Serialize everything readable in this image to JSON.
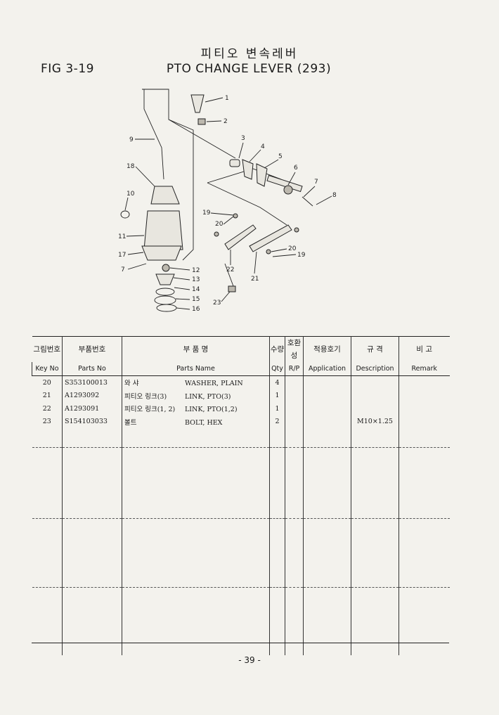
{
  "header": {
    "fig": "FIG 3-19",
    "title_ko": "피티오 변속레버",
    "title_en": "PTO CHANGE LEVER (293)"
  },
  "diagram": {
    "callouts": [
      "1",
      "2",
      "3",
      "4",
      "5",
      "6",
      "7",
      "8",
      "9",
      "18",
      "10",
      "11",
      "17",
      "7",
      "12",
      "13",
      "14",
      "15",
      "16",
      "19",
      "20",
      "22",
      "21",
      "20",
      "19",
      "23"
    ]
  },
  "table": {
    "headers_ko": [
      "그림번호",
      "부품번호",
      "부 품 명",
      "수량",
      "호환성",
      "적용호기",
      "규 격",
      "비 고"
    ],
    "headers_en": [
      "Key No",
      "Parts No",
      "Parts Name",
      "Qty",
      "R/P",
      "Application",
      "Description",
      "Remark"
    ],
    "rows": [
      {
        "key": "20",
        "part_no": "S353100013",
        "name_ko": "와 샤",
        "name_en": "WASHER, PLAIN",
        "qty": "4",
        "rp": "",
        "app": "",
        "desc": "",
        "remark": ""
      },
      {
        "key": "21",
        "part_no": "A1293092",
        "name_ko": "피티오 링크(3)",
        "name_en": "LINK, PTO(3)",
        "qty": "1",
        "rp": "",
        "app": "",
        "desc": "",
        "remark": ""
      },
      {
        "key": "22",
        "part_no": "A1293091",
        "name_ko": "피티오 링크(1, 2)",
        "name_en": "LINK, PTO(1,2)",
        "qty": "1",
        "rp": "",
        "app": "",
        "desc": "",
        "remark": ""
      },
      {
        "key": "23",
        "part_no": "S154103033",
        "name_ko": "볼트",
        "name_en": "BOLT, HEX",
        "qty": "2",
        "rp": "",
        "app": "",
        "desc": "M10×1.25",
        "remark": ""
      }
    ]
  },
  "footer": {
    "page": "- 39 -"
  }
}
